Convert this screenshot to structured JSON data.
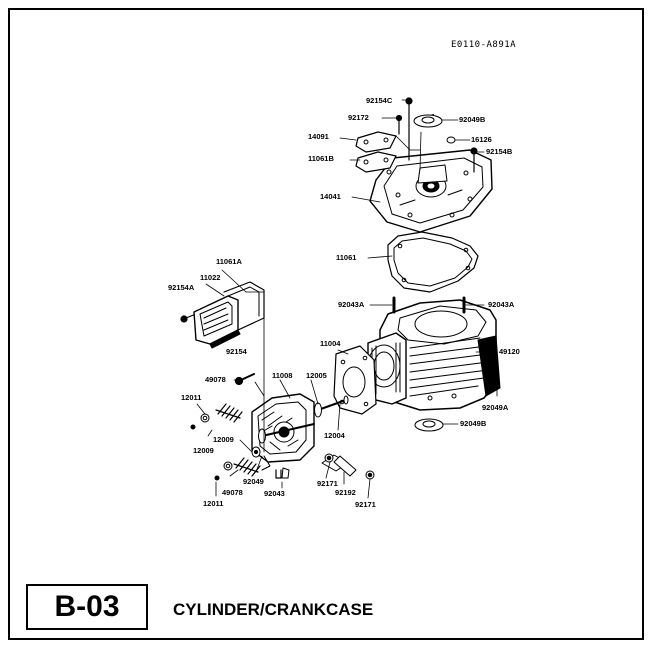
{
  "header": {
    "drawing_code": "E0110-A891A"
  },
  "section": {
    "code": "B-03",
    "title": "CYLINDER/CRANKCASE"
  },
  "parts": [
    "92154C",
    "92172",
    "92049B",
    "14091",
    "16126",
    "92154B",
    "11061B",
    "14041",
    "11061",
    "11061A",
    "11022",
    "92154A",
    "92043A",
    "92043A",
    "11004",
    "49120",
    "92154",
    "49078",
    "11008",
    "12005",
    "12011",
    "92049A",
    "92049B",
    "12004",
    "12009",
    "12009",
    "92049",
    "49078",
    "92043",
    "92171",
    "92192",
    "12011",
    "92171"
  ]
}
